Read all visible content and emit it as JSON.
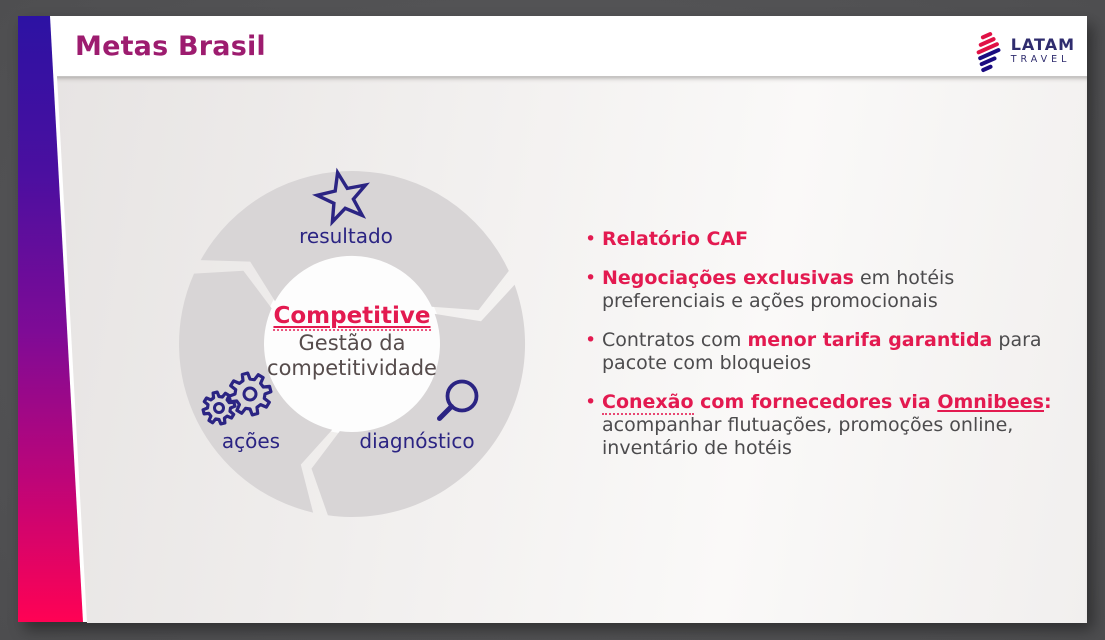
{
  "slide": {
    "title": "Metas Brasil",
    "logo": {
      "brand": "LATAM",
      "sub": "TRAVEL"
    },
    "diagram": {
      "flow": "clockwise",
      "center": {
        "title": "Competitive",
        "line1": "Gestão da",
        "line2": "competitividade"
      },
      "nodes": [
        {
          "id": "top",
          "label": "resultado",
          "icon": "star-icon"
        },
        {
          "id": "bottom-left",
          "label": "ações",
          "icon": "gears-icon"
        },
        {
          "id": "bottom-right",
          "label": "diagnóstico",
          "icon": "magnifier-icon"
        }
      ]
    },
    "bullets": [
      {
        "lines": [
          [
            {
              "text": "Relatório CAF",
              "style": "strong"
            }
          ]
        ]
      },
      {
        "lines": [
          [
            {
              "text": "Negociações exclusivas",
              "style": "strong"
            },
            {
              "text": " em hotéis",
              "style": "normal"
            }
          ],
          [
            {
              "text": "preferenciais e ações promocionais",
              "style": "normal"
            }
          ]
        ]
      },
      {
        "lines": [
          [
            {
              "text": "Contratos com ",
              "style": "normal"
            },
            {
              "text": "menor tarifa garantida",
              "style": "strong"
            },
            {
              "text": " para",
              "style": "normal"
            }
          ],
          [
            {
              "text": "pacote com bloqueios",
              "style": "normal"
            }
          ]
        ]
      },
      {
        "lines": [
          [
            {
              "text": "Conexão",
              "style": "strong-spell"
            },
            {
              "text": " com fornecedores via ",
              "style": "strong"
            },
            {
              "text": "Omnibees",
              "style": "strong-underline"
            },
            {
              "text": ":",
              "style": "strong"
            }
          ],
          [
            {
              "text": "acompanhar flutuações, promoções online,",
              "style": "normal"
            }
          ],
          [
            {
              "text": "inventário de hotéis",
              "style": "normal"
            }
          ]
        ]
      }
    ],
    "colors": {
      "accent_red": "#e31a50",
      "navy": "#2b2483",
      "title_magenta": "#9d1c6f",
      "body_text": "#4c4b4d",
      "donut_gray": "#d8d5d6",
      "stripe_top": "#2c12a3",
      "stripe_bottom": "#ff0254",
      "logo_navy": "#2f2c6e"
    }
  }
}
